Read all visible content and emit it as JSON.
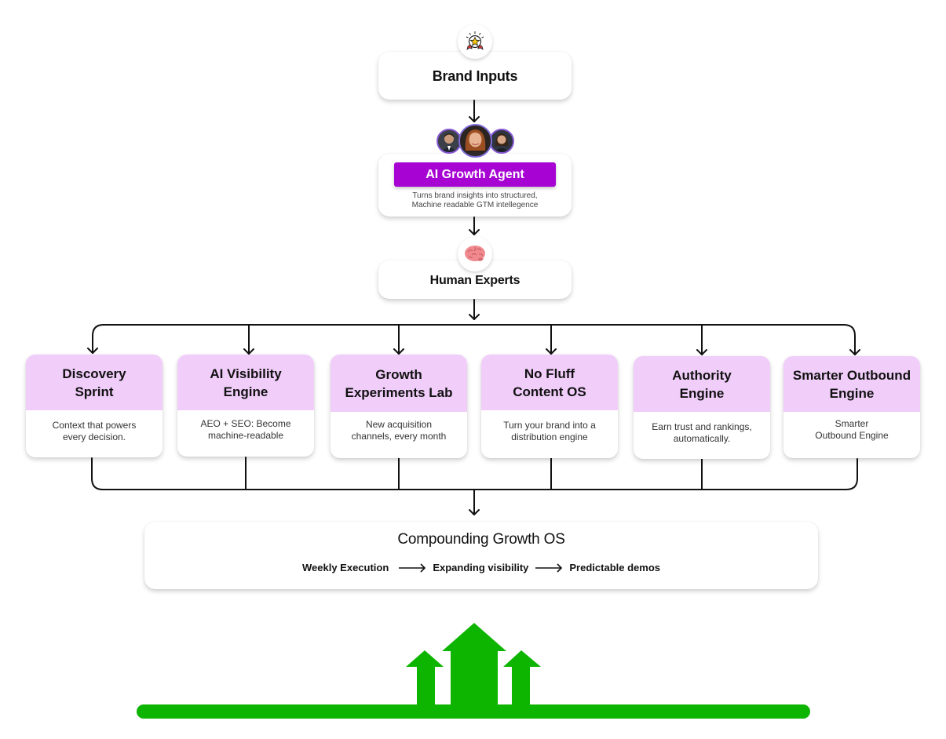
{
  "diagram": {
    "brand_inputs": {
      "title": "Brand Inputs",
      "icon": "award-star-icon"
    },
    "ai_agent": {
      "label": "AI Growth Agent",
      "description_line1": "Turns brand insights into structured,",
      "description_line2": "Machine readable GTM intellegence",
      "avatars": [
        "avatar-man-left",
        "avatar-woman-center",
        "avatar-woman-right"
      ],
      "label_color": "#a704d4"
    },
    "human_experts": {
      "title": "Human Experts",
      "icon": "brain-icon"
    },
    "modules": [
      {
        "title": "Discovery Sprint",
        "description": "Context that powers every decision."
      },
      {
        "title": "AI Visibility Engine",
        "description": "AEO + SEO: Become machine-readable"
      },
      {
        "title": "Growth Experiments Lab",
        "description": "New acquisition channels, every month"
      },
      {
        "title": "No Fluff Content OS",
        "description": "Turn your brand  into a distribution engine"
      },
      {
        "title": "Authority Engine",
        "description": "Earn trust and rankings, automatically."
      },
      {
        "title": "Smarter Outbound Engine",
        "description": "Smarter Outbound Engine"
      }
    ],
    "module_header_color": "#f1cdfa",
    "growth_os": {
      "title": "Compounding Growth OS",
      "flow": [
        "Weekly Execution",
        "Expanding visibility",
        "Predictable demos"
      ]
    },
    "growth_graphic": {
      "icon": "growth-arrows-icon",
      "color": "#0db400"
    }
  }
}
